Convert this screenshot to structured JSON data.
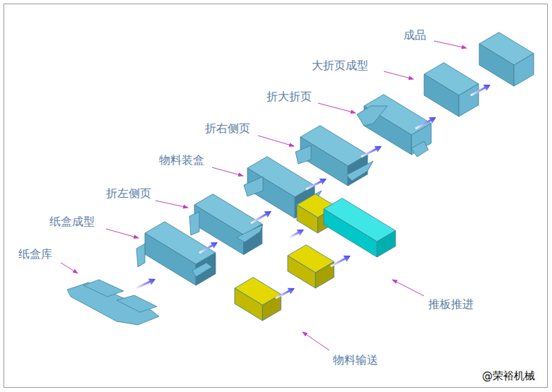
{
  "diagram": {
    "labels": [
      "纸盒库",
      "纸盒成型",
      "折左侧页",
      "物料装盒",
      "折右侧页",
      "折大折页",
      "大折页成型",
      "成品",
      "推板推进",
      "物料输送",
      "@荣裕机械"
    ]
  }
}
